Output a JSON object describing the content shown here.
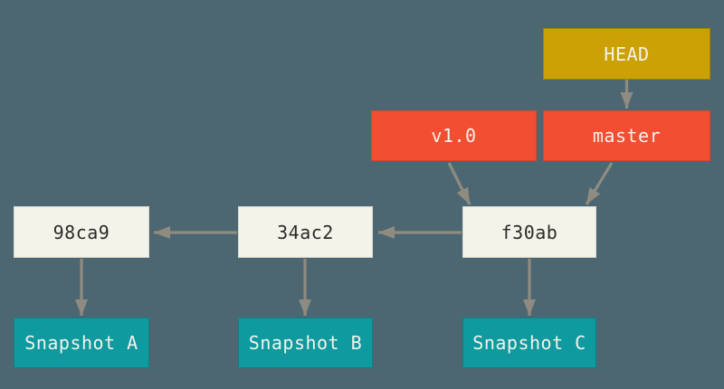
{
  "diagram": {
    "nodes": {
      "head": {
        "label": "HEAD"
      },
      "v1": {
        "label": "v1.0"
      },
      "master": {
        "label": "master"
      },
      "commit_98ca9": {
        "label": "98ca9"
      },
      "commit_34ac2": {
        "label": "34ac2"
      },
      "commit_f30ab": {
        "label": "f30ab"
      },
      "snapshot_a": {
        "label": "Snapshot A"
      },
      "snapshot_b": {
        "label": "Snapshot B"
      },
      "snapshot_c": {
        "label": "Snapshot C"
      }
    },
    "edges": [
      {
        "from": "HEAD",
        "to": "master"
      },
      {
        "from": "v1.0",
        "to": "f30ab"
      },
      {
        "from": "master",
        "to": "f30ab"
      },
      {
        "from": "f30ab",
        "to": "34ac2"
      },
      {
        "from": "34ac2",
        "to": "98ca9"
      },
      {
        "from": "98ca9",
        "to": "Snapshot A"
      },
      {
        "from": "34ac2",
        "to": "Snapshot B"
      },
      {
        "from": "f30ab",
        "to": "Snapshot C"
      }
    ],
    "colors": {
      "background": "#4c6771",
      "head_box": "#cba106",
      "ref_box": "#f14e32",
      "commit_box": "#f4f3ea",
      "snapshot_box": "#0f9aa0",
      "arrow": "#8f8b80",
      "commit_text": "#2b2a27",
      "light_text": "#f4f2e9"
    }
  }
}
